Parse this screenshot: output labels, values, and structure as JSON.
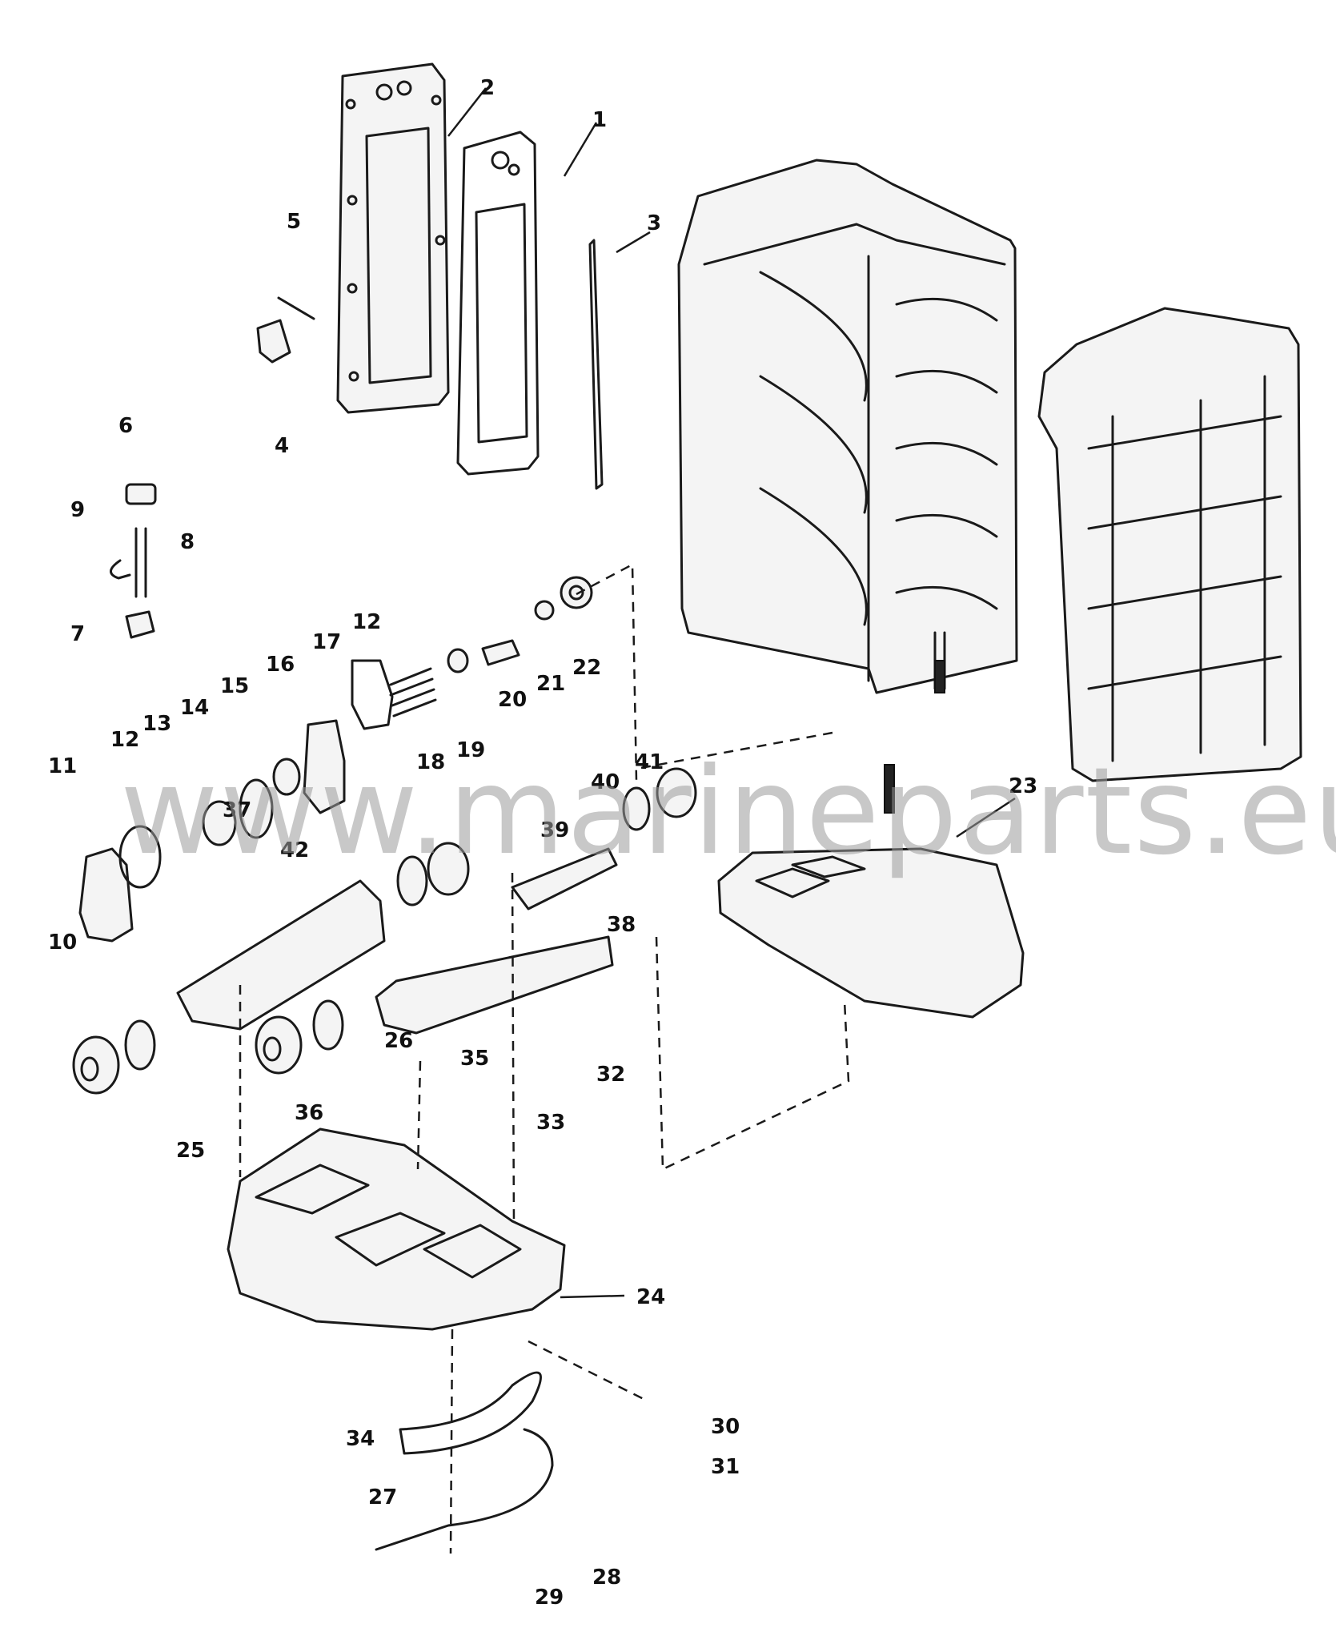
{
  "watermark": "www.marineparts.eu",
  "callouts": [
    {
      "id": "c1",
      "text": "1"
    },
    {
      "id": "c2",
      "text": "2"
    },
    {
      "id": "c3",
      "text": "3"
    },
    {
      "id": "c4",
      "text": "4"
    },
    {
      "id": "c5",
      "text": "5"
    },
    {
      "id": "c6",
      "text": "6"
    },
    {
      "id": "c7",
      "text": "7"
    },
    {
      "id": "c8",
      "text": "8"
    },
    {
      "id": "c9",
      "text": "9"
    },
    {
      "id": "c10",
      "text": "10"
    },
    {
      "id": "c11",
      "text": "11"
    },
    {
      "id": "c12a",
      "text": "12"
    },
    {
      "id": "c12b",
      "text": "12"
    },
    {
      "id": "c13",
      "text": "13"
    },
    {
      "id": "c14",
      "text": "14"
    },
    {
      "id": "c15",
      "text": "15"
    },
    {
      "id": "c16",
      "text": "16"
    },
    {
      "id": "c17",
      "text": "17"
    },
    {
      "id": "c18",
      "text": "18"
    },
    {
      "id": "c19",
      "text": "19"
    },
    {
      "id": "c20",
      "text": "20"
    },
    {
      "id": "c21",
      "text": "21"
    },
    {
      "id": "c22",
      "text": "22"
    },
    {
      "id": "c23",
      "text": "23"
    },
    {
      "id": "c24",
      "text": "24"
    },
    {
      "id": "c25",
      "text": "25"
    },
    {
      "id": "c26",
      "text": "26"
    },
    {
      "id": "c27",
      "text": "27"
    },
    {
      "id": "c28",
      "text": "28"
    },
    {
      "id": "c29",
      "text": "29"
    },
    {
      "id": "c30",
      "text": "30"
    },
    {
      "id": "c31",
      "text": "31"
    },
    {
      "id": "c32",
      "text": "32"
    },
    {
      "id": "c33",
      "text": "33"
    },
    {
      "id": "c34",
      "text": "34"
    },
    {
      "id": "c35",
      "text": "35"
    },
    {
      "id": "c36",
      "text": "36"
    },
    {
      "id": "c37",
      "text": "37"
    },
    {
      "id": "c38",
      "text": "38"
    },
    {
      "id": "c39",
      "text": "39"
    },
    {
      "id": "c40",
      "text": "40"
    },
    {
      "id": "c41",
      "text": "41"
    },
    {
      "id": "c42",
      "text": "42"
    }
  ]
}
